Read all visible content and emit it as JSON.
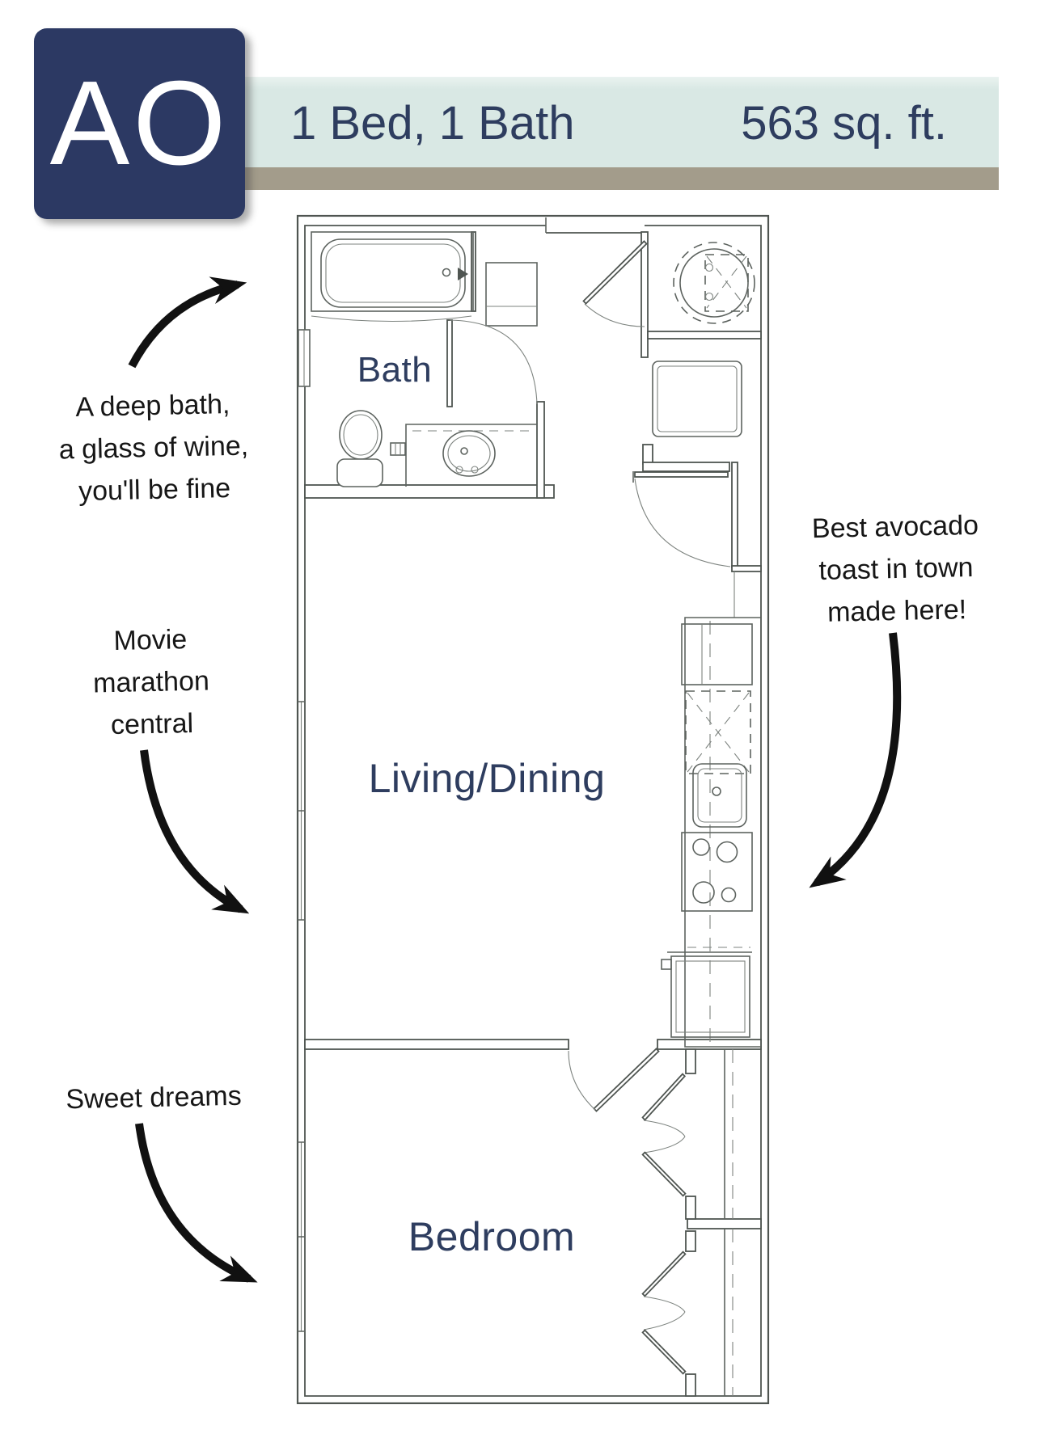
{
  "header": {
    "unit_code": "AO",
    "specs": "1 Bed, 1 Bath",
    "area": "563 sq. ft."
  },
  "rooms": {
    "bath": "Bath",
    "living": "Living/Dining",
    "bedroom": "Bedroom"
  },
  "annotations": {
    "bath_note": {
      "lines": [
        "A deep bath,",
        "a glass of wine,",
        "you'll be fine"
      ]
    },
    "living_note": {
      "lines": [
        "Movie",
        "marathon",
        "central"
      ]
    },
    "bedroom_note": {
      "lines": [
        "Sweet dreams"
      ]
    },
    "kitchen_note": {
      "lines": [
        "Best avocado",
        "toast in town",
        "made here!"
      ]
    }
  },
  "colors": {
    "navy": "#2c3963",
    "banner_bg": "#d9e8e4",
    "tan_bar": "#a39c8b",
    "label_navy": "#2e3d5f",
    "plan_line": "#4f5551",
    "ink": "#161616"
  }
}
